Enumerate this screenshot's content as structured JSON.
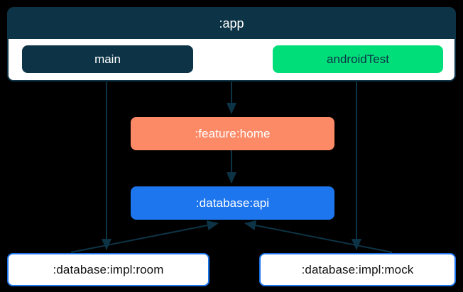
{
  "diagram": {
    "type": "dependency-graph",
    "background_color": "#000000",
    "edge_color": "#0d3446",
    "nodes": [
      {
        "id": "app",
        "label": ":app",
        "kind": "container",
        "fill": "#0d3446",
        "text_color": "#ffffff"
      },
      {
        "id": "main",
        "label": "main",
        "kind": "source-set",
        "parent": "app",
        "fill": "#0d3446",
        "text_color": "#ffffff"
      },
      {
        "id": "androidTest",
        "label": "androidTest",
        "kind": "source-set",
        "parent": "app",
        "fill": "#00de7a",
        "text_color": "#0d3446"
      },
      {
        "id": "feature-home",
        "label": ":feature:home",
        "kind": "module",
        "fill": "#fd8a66",
        "text_color": "#ffffff"
      },
      {
        "id": "database-api",
        "label": ":database:api",
        "kind": "module",
        "fill": "#1e76ee",
        "text_color": "#ffffff"
      },
      {
        "id": "database-impl-room",
        "label": ":database:impl:room",
        "kind": "module",
        "fill": "#ffffff",
        "border": "#1e76ee",
        "text_color": "#111111"
      },
      {
        "id": "database-impl-mock",
        "label": ":database:impl:mock",
        "kind": "module",
        "fill": "#ffffff",
        "border": "#1e76ee",
        "text_color": "#111111"
      }
    ],
    "edges": [
      {
        "from": "main",
        "to": "database-impl-room"
      },
      {
        "from": "app",
        "to": "feature-home"
      },
      {
        "from": "androidTest",
        "to": "database-impl-mock"
      },
      {
        "from": "feature-home",
        "to": "database-api"
      },
      {
        "from": "database-impl-room",
        "to": "database-api"
      },
      {
        "from": "database-impl-mock",
        "to": "database-api"
      }
    ]
  }
}
